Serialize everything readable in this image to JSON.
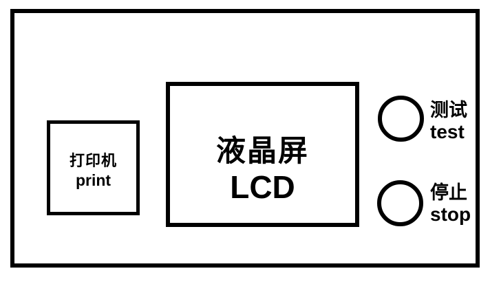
{
  "diagram": {
    "printer": {
      "label_zh": "打印机",
      "label_en": "print"
    },
    "lcd": {
      "label_zh": "液晶屏",
      "label_en": "LCD"
    },
    "buttons": {
      "test": {
        "label_zh": "测试",
        "label_en": "test"
      },
      "stop": {
        "label_zh": "停止",
        "label_en": "stop"
      }
    }
  },
  "colors": {
    "line": "#000000",
    "background": "#ffffff"
  }
}
